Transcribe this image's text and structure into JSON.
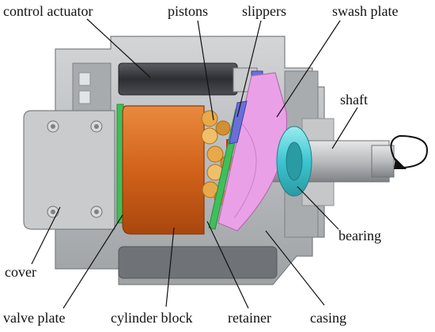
{
  "labels": {
    "control_actuator": "control actuator",
    "pistons": "pistons",
    "slippers": "slippers",
    "swash_plate": "swash plate",
    "shaft": "shaft",
    "bearing": "bearing",
    "cover": "cover",
    "valve_plate": "valve plate",
    "cylinder_block": "cylinder block",
    "retainer": "retainer",
    "casing": "casing"
  },
  "colors": {
    "casing": "#b9bcbf",
    "casing_dark": "#8e9194",
    "cylinder_block": "#d2621a",
    "swash_plate": "#eaa0e6",
    "valve_plate": "#3fbf5a",
    "pistons": "#e8a94a",
    "bearing": "#55d3dc",
    "actuator": "#3c3f44",
    "shaft": "#c7c9cb",
    "slipper_accent": "#6a6fd8"
  },
  "icons": {
    "rotation": "rotation-arrow-icon"
  }
}
